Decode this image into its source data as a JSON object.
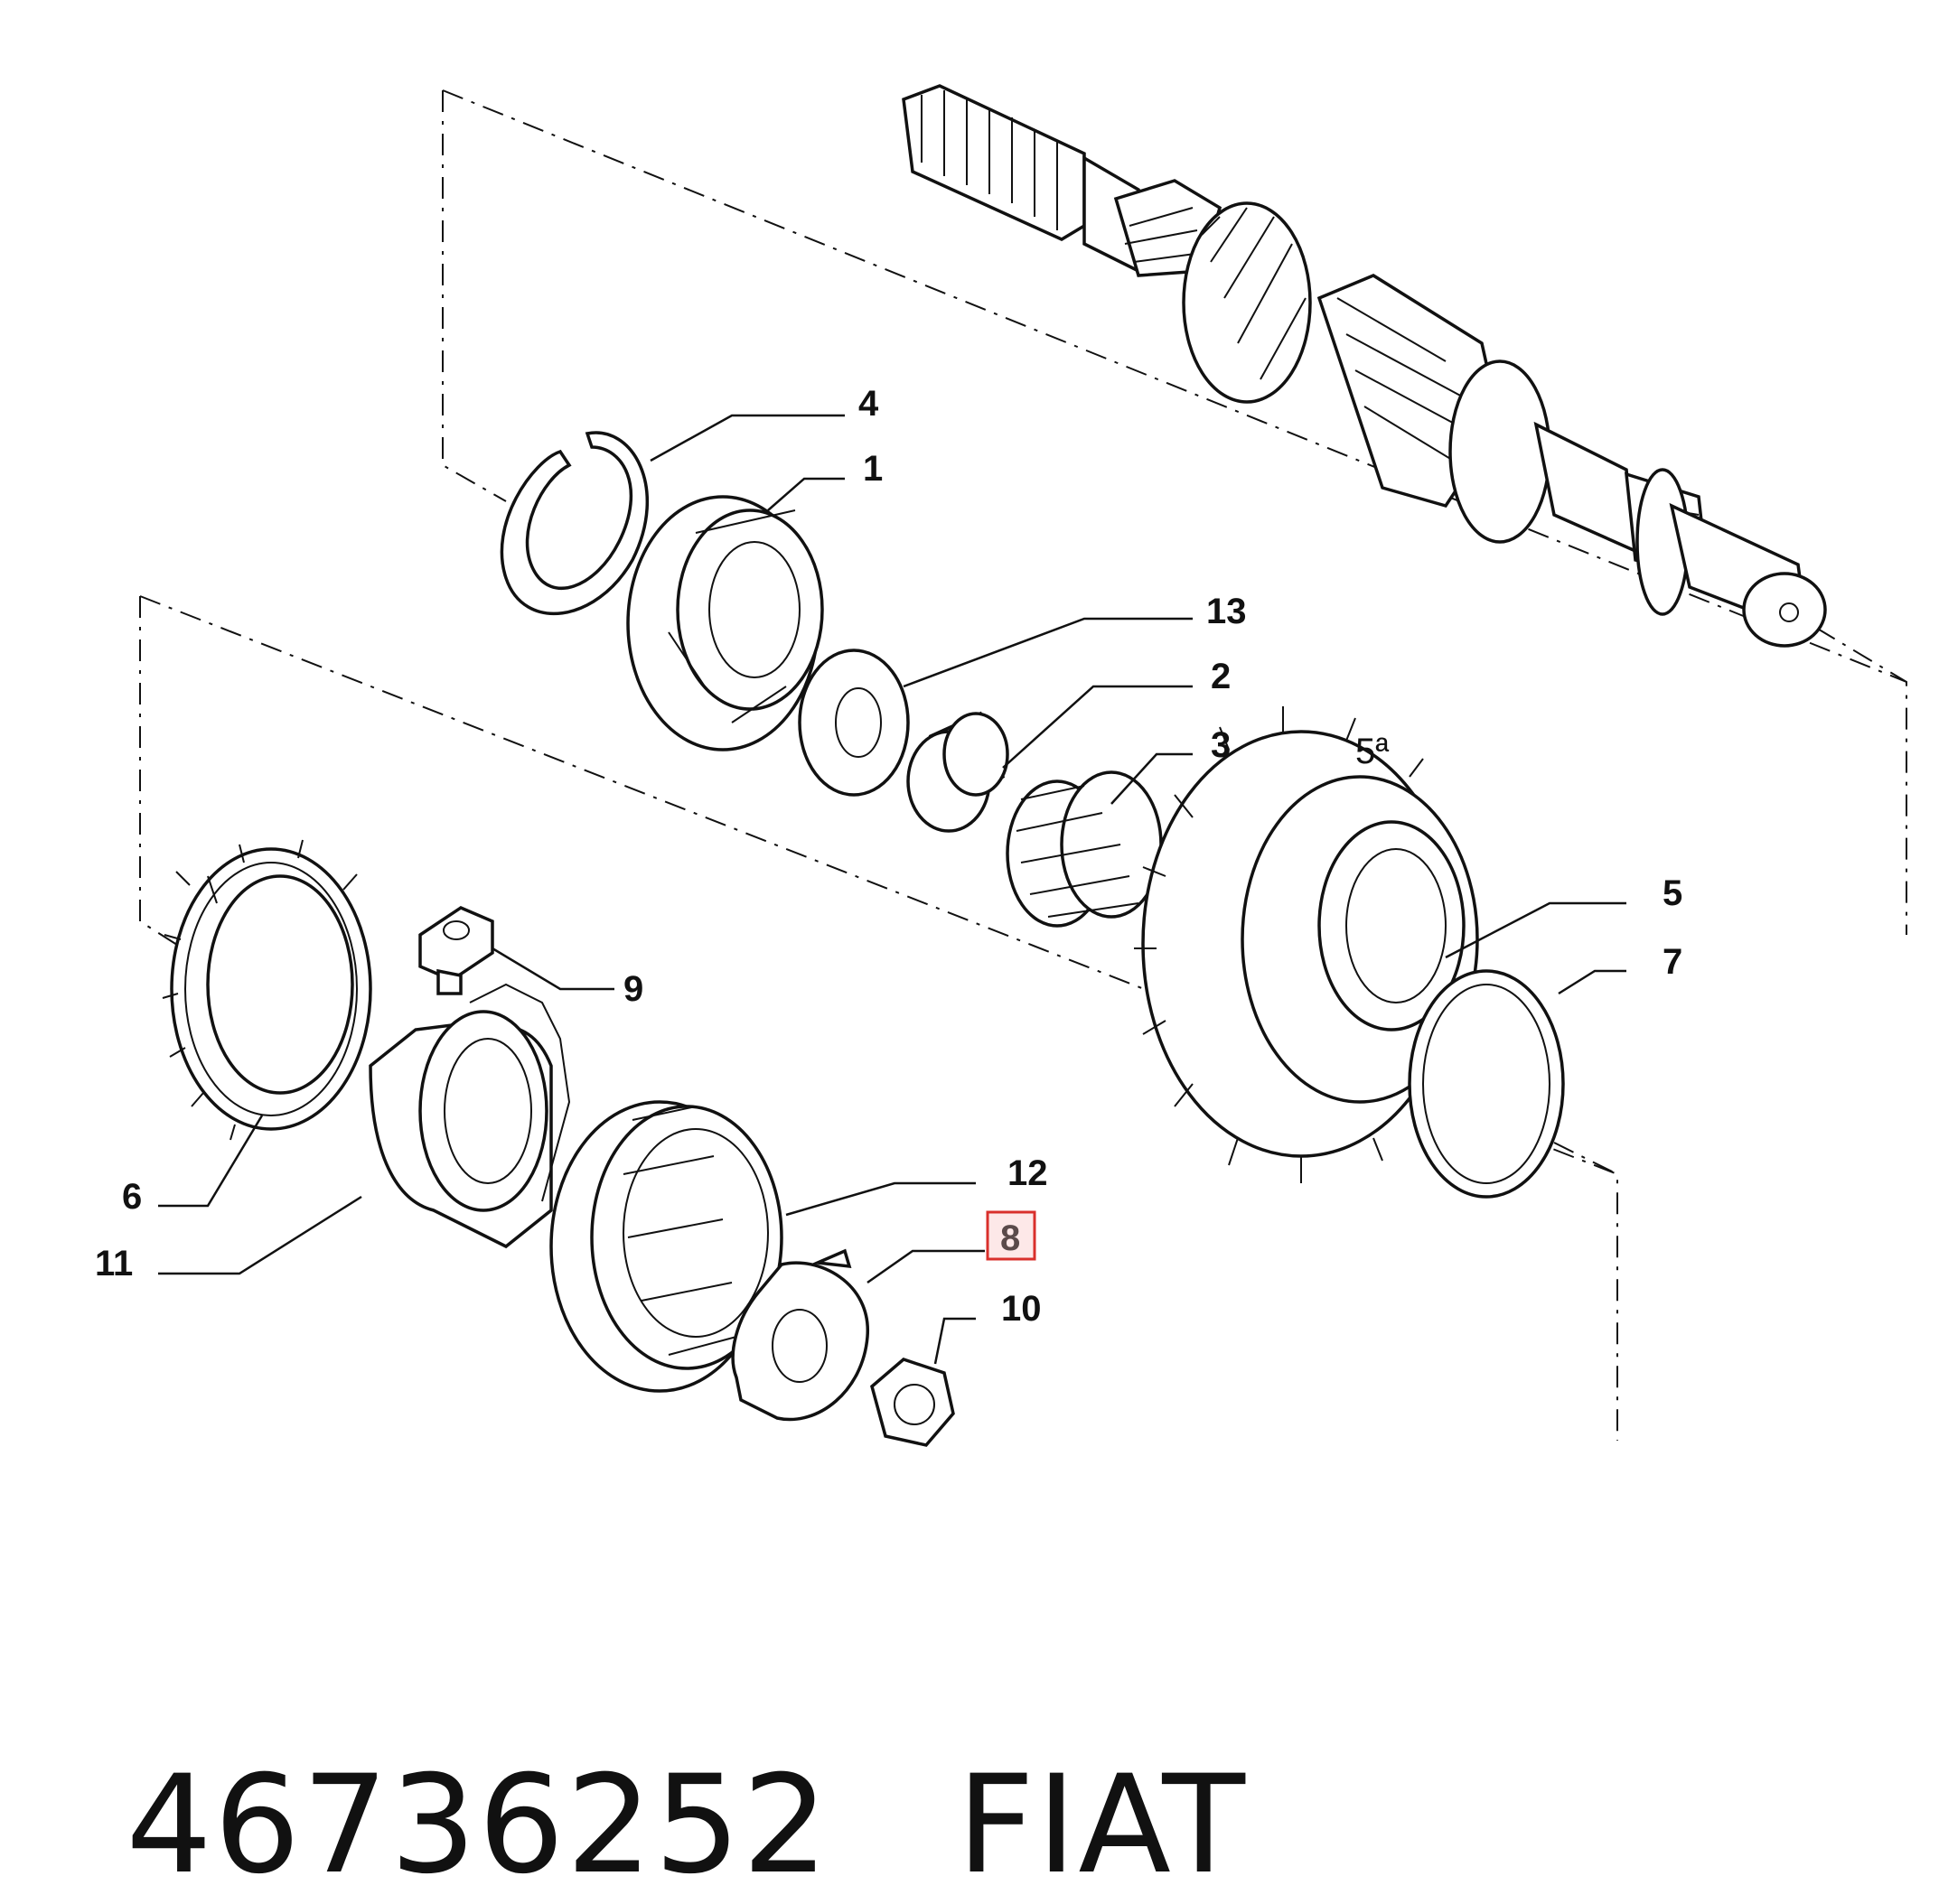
{
  "colors": {
    "ink": "#111111",
    "highlight_fill": "#fde8e8",
    "highlight_stroke": "#d9302c",
    "background": "#ffffff"
  },
  "callouts": [
    {
      "id": "4",
      "label": "4"
    },
    {
      "id": "1",
      "label": "1"
    },
    {
      "id": "13",
      "label": "13"
    },
    {
      "id": "2",
      "label": "2"
    },
    {
      "id": "3",
      "label": "3"
    },
    {
      "id": "5a",
      "label": "5ª"
    },
    {
      "id": "5",
      "label": "5"
    },
    {
      "id": "7",
      "label": "7"
    },
    {
      "id": "9",
      "label": "9"
    },
    {
      "id": "6",
      "label": "6"
    },
    {
      "id": "11",
      "label": "11"
    },
    {
      "id": "12",
      "label": "12"
    },
    {
      "id": "8",
      "label": "8",
      "highlighted": true
    },
    {
      "id": "10",
      "label": "10"
    }
  ],
  "caption": {
    "part_number": "46736252",
    "brand": "FIAT"
  }
}
